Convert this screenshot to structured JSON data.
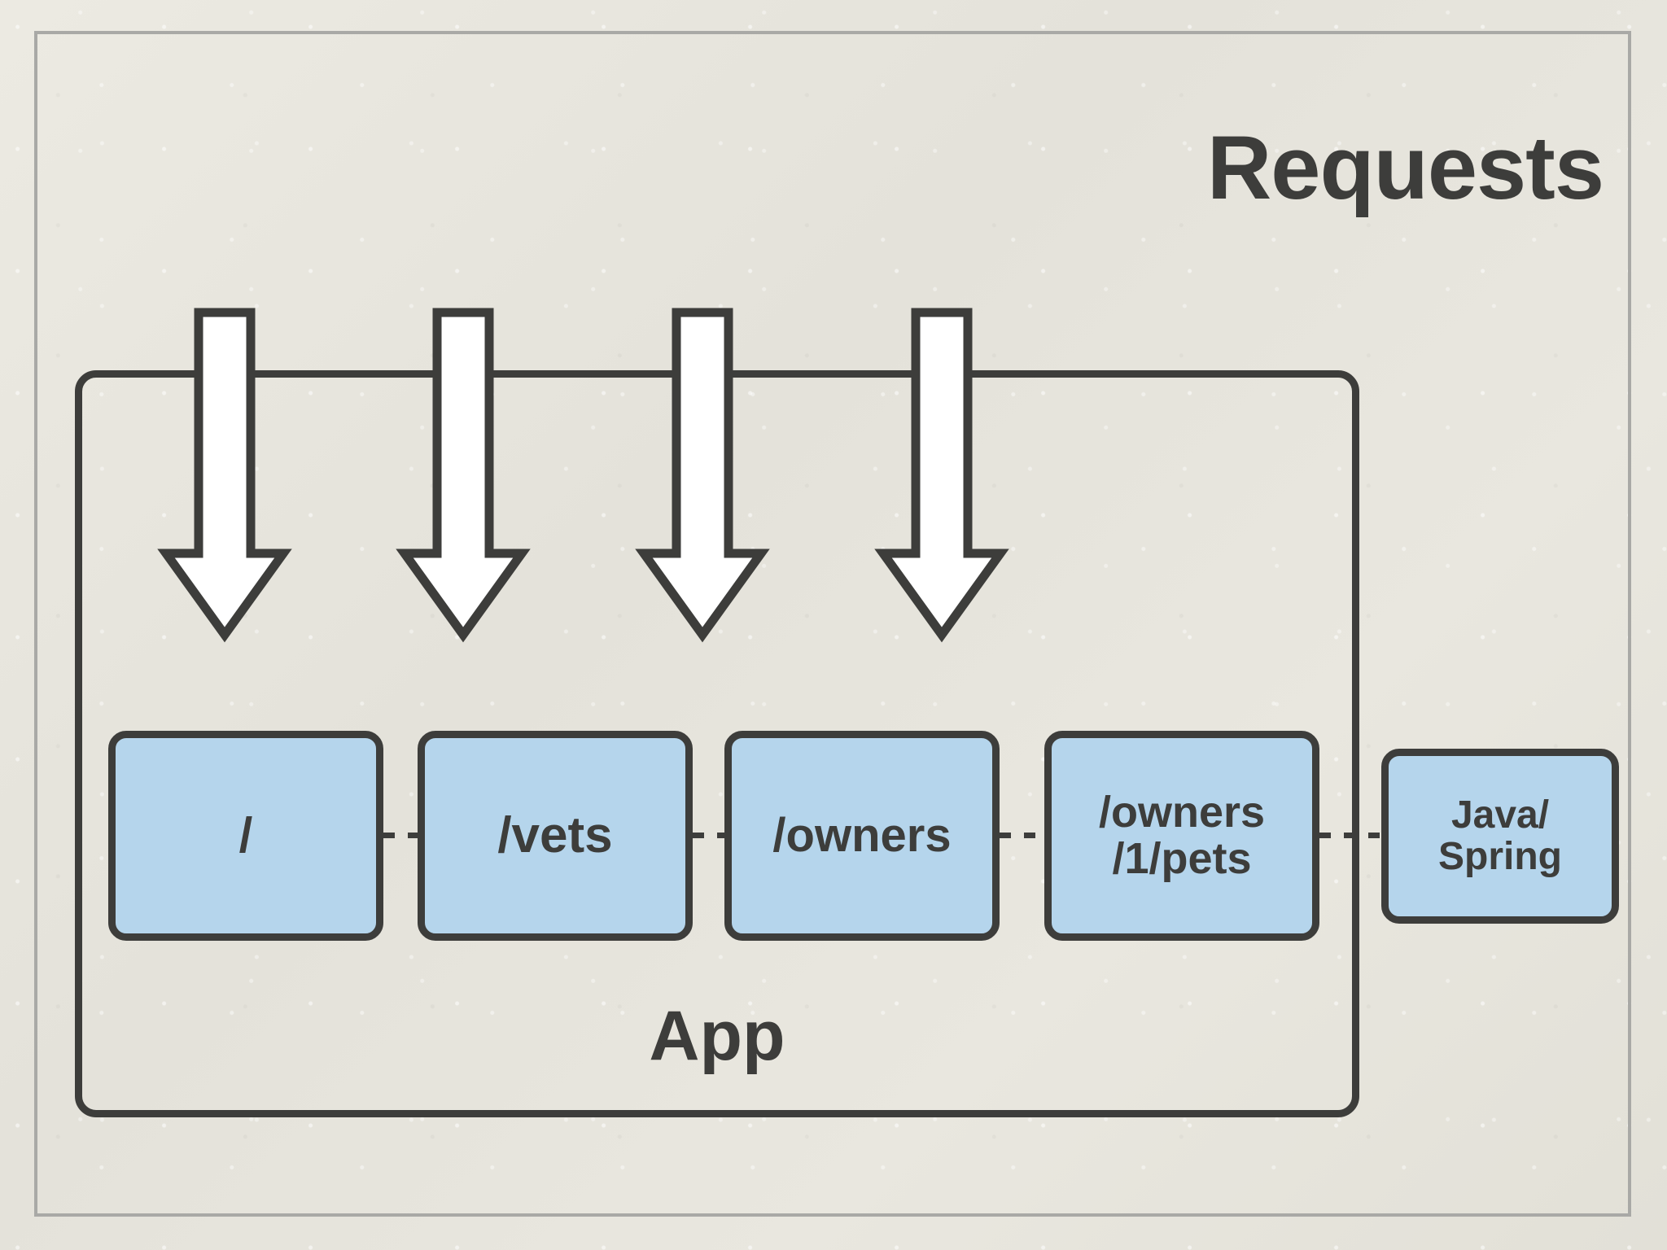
{
  "diagram": {
    "title": "Requests",
    "container": {
      "label": "App",
      "name": "app-container"
    },
    "boxes": [
      {
        "id": "root",
        "label": "/",
        "icon": "route-box-icon"
      },
      {
        "id": "vets",
        "label": "/vets",
        "icon": "route-box-icon"
      },
      {
        "id": "owners",
        "label": "/owners",
        "icon": "route-box-icon"
      },
      {
        "id": "pets",
        "label": "/owners\n/1/pets",
        "icon": "route-box-icon"
      },
      {
        "id": "stack",
        "label": "Java/\nSpring",
        "icon": "stack-box-icon"
      }
    ],
    "arrows": [
      {
        "id": "arrow-1",
        "target": "/",
        "icon": "arrow-down-icon"
      },
      {
        "id": "arrow-2",
        "target": "/vets",
        "icon": "arrow-down-icon"
      },
      {
        "id": "arrow-3",
        "target": "/owners",
        "icon": "arrow-down-icon"
      },
      {
        "id": "arrow-4",
        "target": "/owners/1/pets",
        "icon": "arrow-down-icon"
      }
    ],
    "connectors": [
      {
        "id": "conn-1",
        "from": "/",
        "to": "/vets",
        "style": "dotted"
      },
      {
        "id": "conn-2",
        "from": "/vets",
        "to": "/owners",
        "style": "dotted"
      },
      {
        "id": "conn-3",
        "from": "/owners",
        "to": "/owners/1/pets",
        "style": "dotted"
      },
      {
        "id": "conn-4",
        "from": "/owners/1/pets",
        "to": "Java/Spring",
        "style": "dotted"
      }
    ],
    "colors": {
      "background": "#e4e2da",
      "ink": "#3d3d3b",
      "box_fill": "#b5d5ec",
      "arrow_fill": "#ffffff",
      "frame": "#a9a9a6"
    }
  }
}
